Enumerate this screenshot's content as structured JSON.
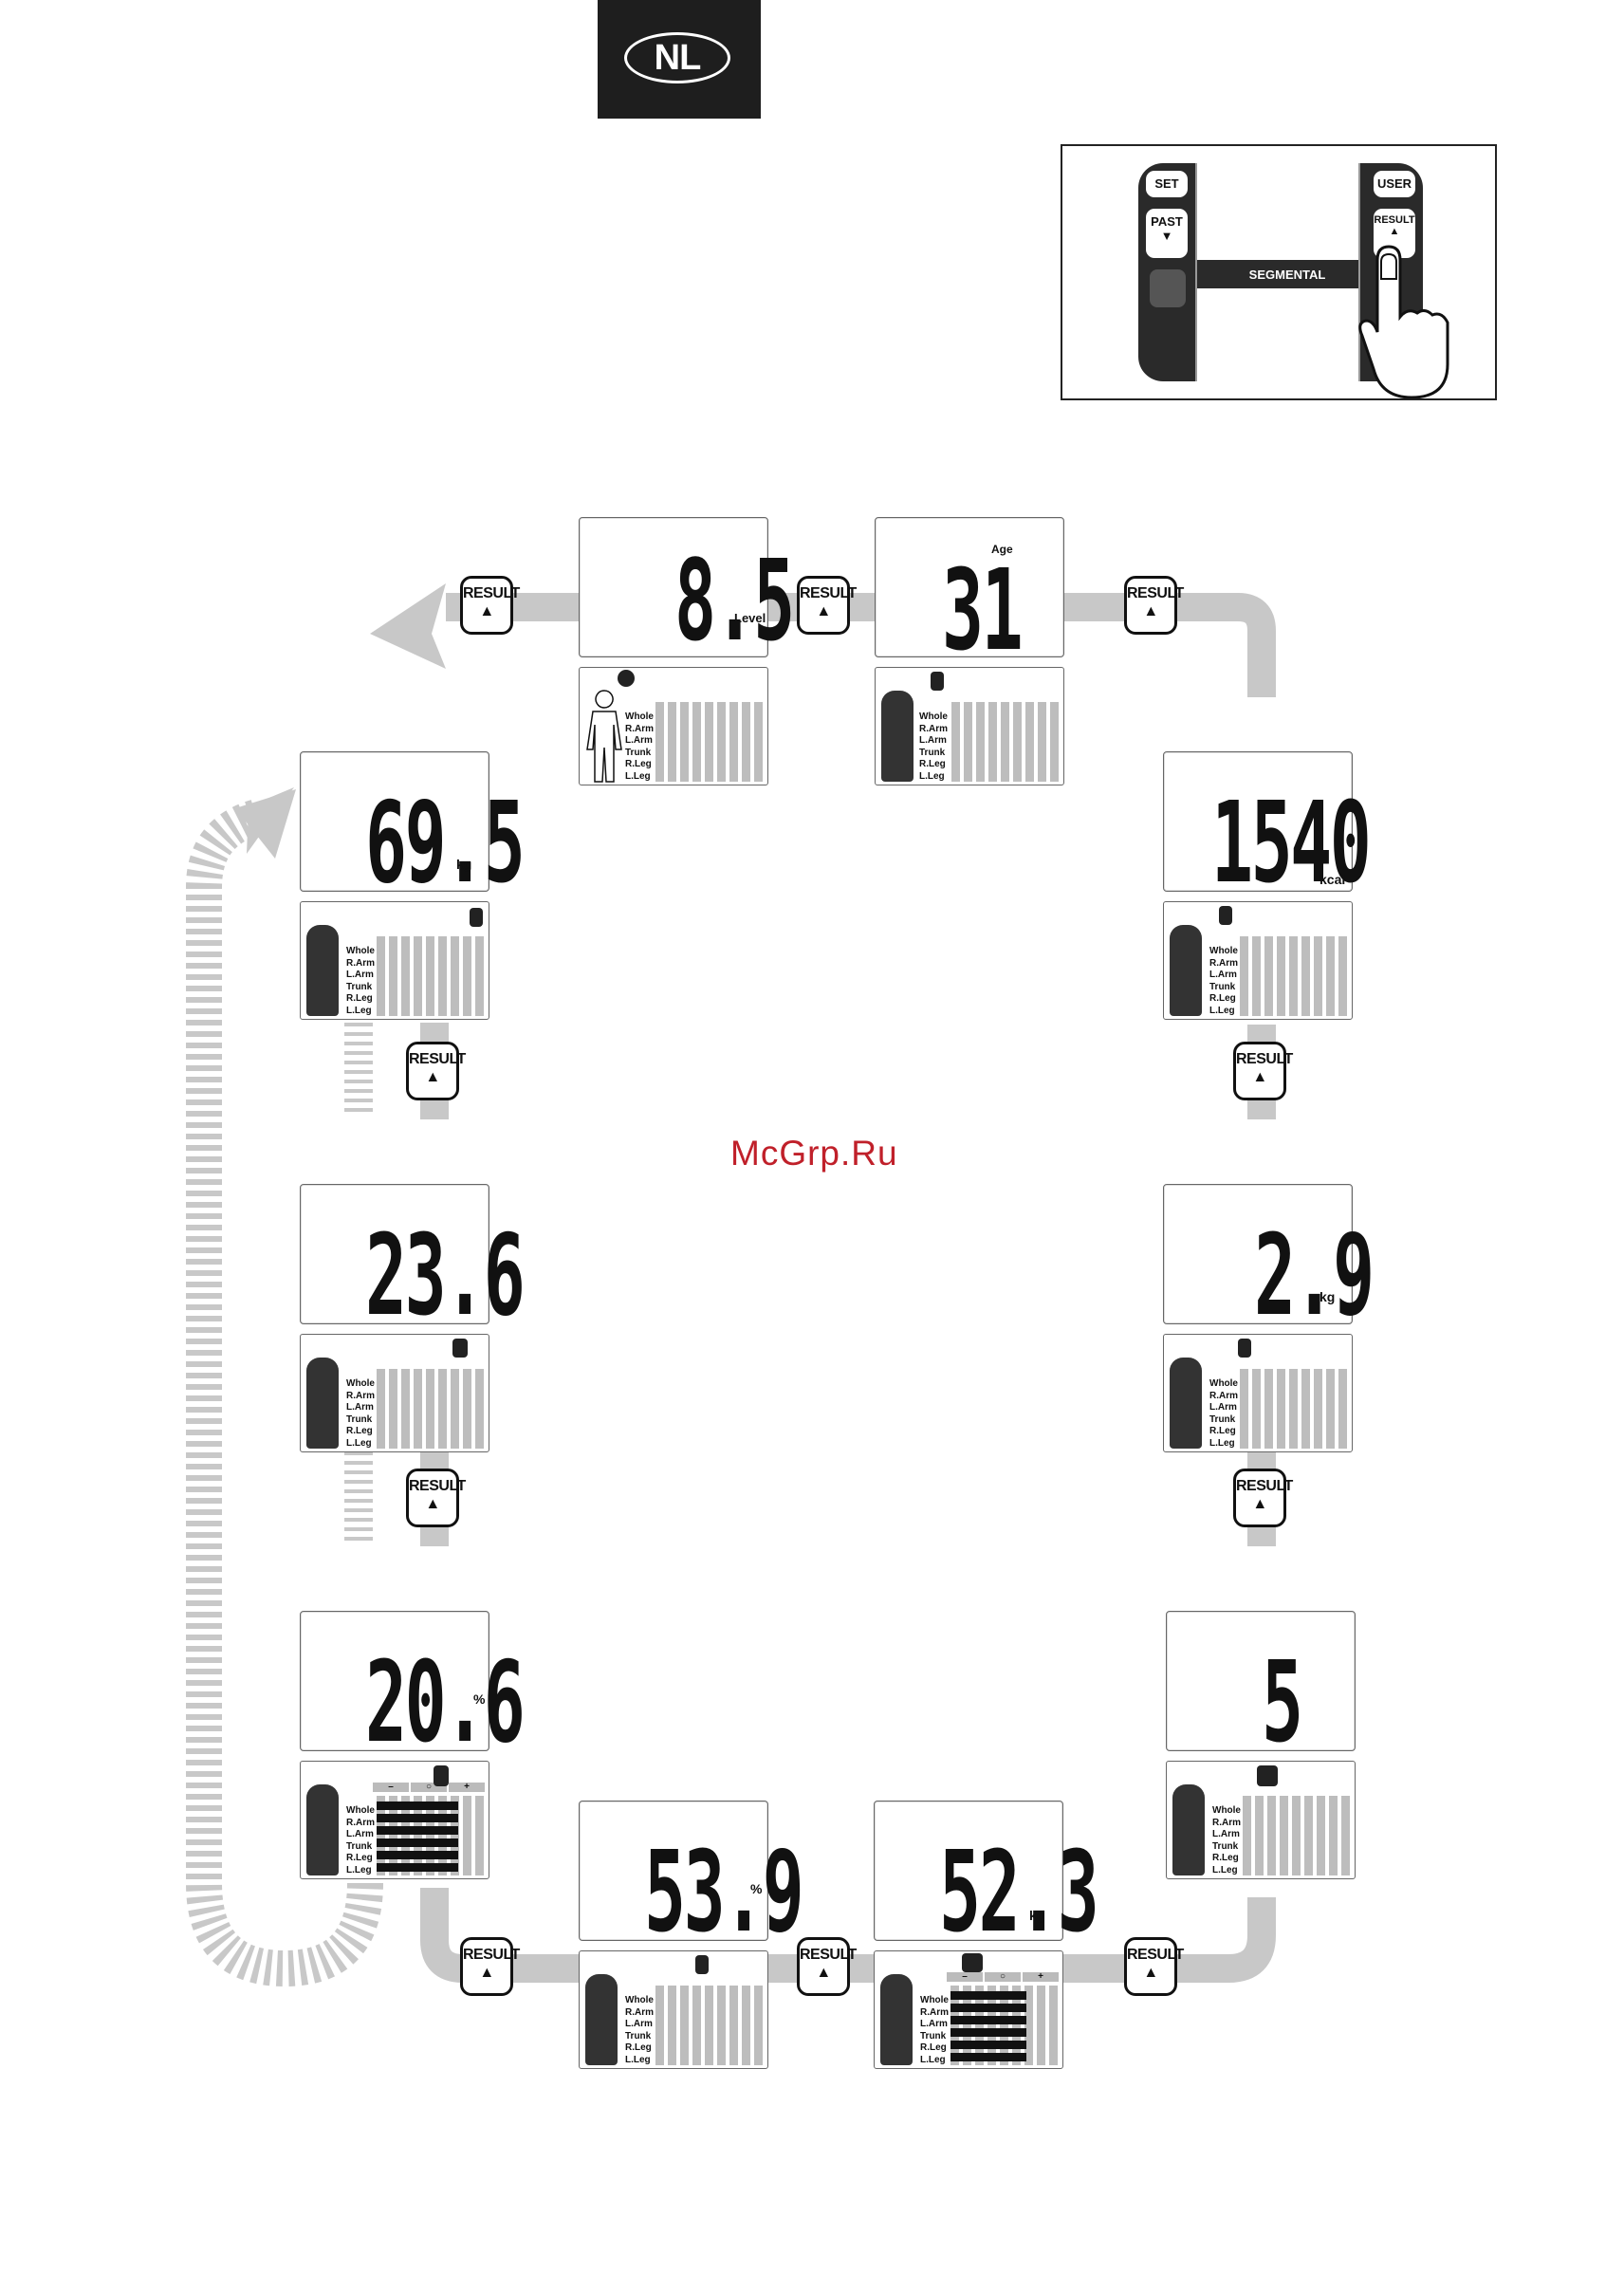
{
  "language_tab": "NL",
  "device": {
    "buttons": [
      "SET",
      "USER",
      "PAST",
      "RESULT"
    ],
    "segmental_label": "SEGMENTAL"
  },
  "watermark": "McGrp.Ru",
  "result_button_label": "RESULT",
  "segment_rows": [
    "Whole",
    "R.Arm",
    "L.Arm",
    "Trunk",
    "R.Leg",
    "L.Leg"
  ],
  "scale_marks": [
    "–",
    "○",
    "+"
  ],
  "displays": [
    {
      "value": "8.5",
      "unit": "Level",
      "top": ""
    },
    {
      "value": "31",
      "unit": "",
      "top": "Age"
    },
    {
      "value": "1540",
      "unit": "kcal",
      "top": ""
    },
    {
      "value": "2.9",
      "unit": "kg",
      "top": ""
    },
    {
      "value": "5",
      "unit": "",
      "top": ""
    },
    {
      "value": "52.3",
      "unit": "kg",
      "top": ""
    },
    {
      "value": "53.9",
      "unit": "%",
      "top": ""
    },
    {
      "value": "20.6",
      "unit": "%",
      "top": ""
    },
    {
      "value": "23.6",
      "unit": "",
      "top": ""
    },
    {
      "value": "69.5",
      "unit": "kg",
      "top": ""
    }
  ],
  "colors": {
    "track": "#c8c8c8",
    "ink": "#111111",
    "watermark": "#c0202a"
  }
}
